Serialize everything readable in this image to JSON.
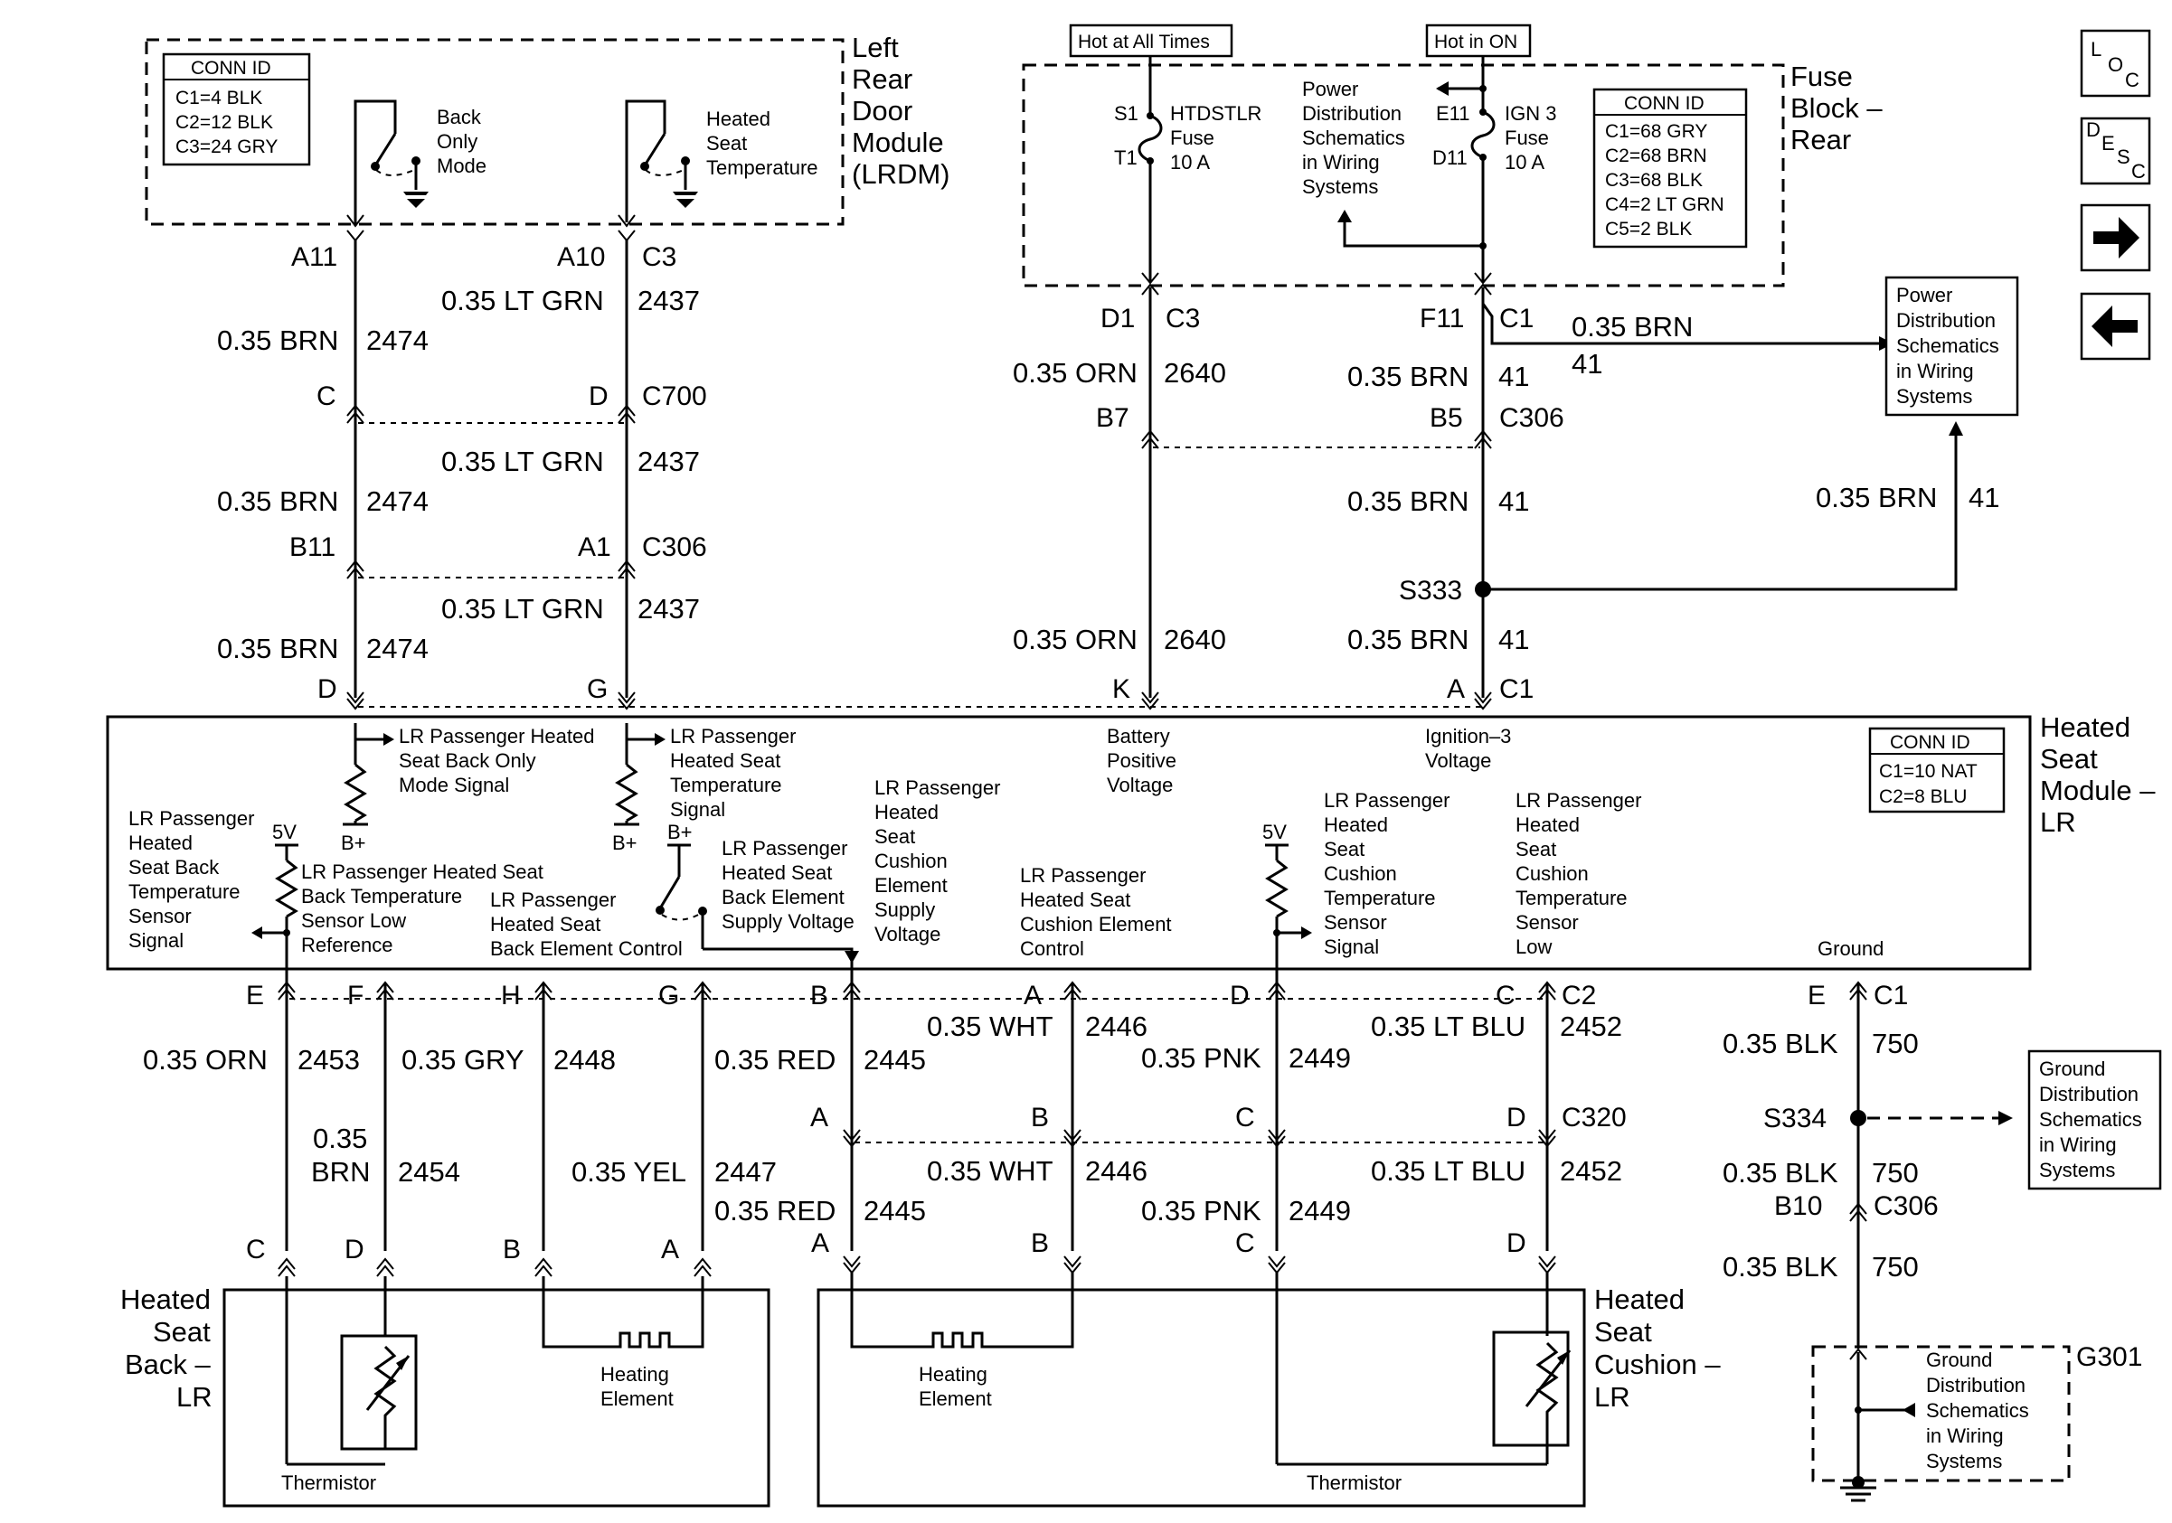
{
  "modules": {
    "lrdm": [
      "Left",
      "Rear",
      "Door",
      "Module",
      "(LRDM)"
    ],
    "fuse_block": [
      "Fuse",
      "Block –",
      "Rear"
    ],
    "hsm": [
      "Heated",
      "Seat",
      "Module –",
      "LR"
    ],
    "seat_back": [
      "Heated",
      "Seat",
      "Back –",
      "LR"
    ],
    "seat_cushion": [
      "Heated",
      "Seat",
      "Cushion –",
      "LR"
    ]
  },
  "conn_tables": {
    "lrdm": {
      "title": "CONN ID",
      "rows": [
        "C1=4 BLK",
        "C2=12 BLK",
        "C3=24 GRY"
      ]
    },
    "fuse": {
      "title": "CONN ID",
      "rows": [
        "C1=68 GRY",
        "C2=68 BRN",
        "C3=68 BLK",
        "C4=2 LT GRN",
        "C5=2 BLK"
      ]
    },
    "hsm": {
      "title": "CONN ID",
      "rows": [
        "C1=10 NAT",
        "C2=8 BLU"
      ]
    }
  },
  "tabs": {
    "hot_all": "Hot at All Times",
    "hot_on": "Hot in ON"
  },
  "nav": {
    "loc": [
      "L",
      "O",
      "C"
    ],
    "desc": [
      "D",
      "E",
      "S",
      "C"
    ]
  },
  "lrdm_switches": {
    "back_only": [
      "Back",
      "Only",
      "Mode"
    ],
    "heated_temp": [
      "Heated",
      "Seat",
      "Temperature"
    ]
  },
  "fuses": {
    "htdstlr": {
      "name": "HTDSTLR",
      "word": "Fuse",
      "amp": "10 A",
      "in": "S1",
      "out": "T1"
    },
    "ign3": {
      "name": "IGN 3",
      "word": "Fuse",
      "amp": "10 A",
      "in": "E11",
      "out": "D11"
    }
  },
  "refs": {
    "power_fuse": [
      "Power",
      "Distribution",
      "Schematics",
      "in Wiring",
      "Systems"
    ],
    "power_right": [
      "Power",
      "Distribution",
      "Schematics",
      "in Wiring",
      "Systems"
    ],
    "ground_s334": [
      "Ground",
      "Distribution",
      "Schematics",
      "in Wiring",
      "Systems"
    ],
    "ground_g301": [
      "Ground",
      "Distribution",
      "Schematics",
      "in Wiring",
      "Systems"
    ]
  },
  "pins": {
    "a11": "A11",
    "a10": "A10",
    "c3": "C3",
    "c": "C",
    "d": "D",
    "c700": "C700",
    "b11": "B11",
    "a1": "A1",
    "c306": "C306",
    "d_bot": "D",
    "g": "G",
    "d1": "D1",
    "c3_fuse": "C3",
    "f11": "F11",
    "c1_fuse": "C1",
    "b7": "B7",
    "b5": "B5",
    "c306_top": "C306",
    "k": "K",
    "a": "A",
    "c1_hsm": "C1",
    "s333": "S333",
    "e": "E",
    "f": "F",
    "h": "H",
    "g2": "G",
    "b": "B",
    "a2": "A",
    "d2": "D",
    "c2": "C",
    "c2_conn": "C2",
    "e_gnd": "E",
    "c1_gnd": "C1",
    "c320_a": "A",
    "c320_b": "B",
    "c320_c": "C",
    "c320_d": "D",
    "c320": "C320",
    "s334": "S334",
    "b10": "B10",
    "c306_gnd": "C306",
    "back_c": "C",
    "back_d": "D",
    "back_b": "B",
    "back_a": "A",
    "cush_a": "A",
    "cush_b": "B",
    "cush_c": "C",
    "cush_d": "D",
    "g301": "G301"
  },
  "wires": {
    "ltgrn": "0.35 LT GRN",
    "c2437": "2437",
    "brn": "0.35 BRN",
    "c2474": "2474",
    "orn": "0.35 ORN",
    "c2640": "2640",
    "c41": "41",
    "orn2": "0.35 ORN",
    "c2453": "2453",
    "gry": "0.35 GRY",
    "c2448": "2448",
    "red": "0.35 RED",
    "c2445": "2445",
    "wht": "0.35 WHT",
    "c2446": "2446",
    "pnk": "0.35 PNK",
    "c2449": "2449",
    "ltblu": "0.35 LT BLU",
    "c2452": "2452",
    "blk": "0.35 BLK",
    "c750": "750",
    "brn_035": "0.35",
    "brn_word": "BRN",
    "c2454": "2454",
    "yel": "0.35 YEL",
    "c2447": "2447"
  },
  "hsm_labels": {
    "back_only_signal": [
      "LR Passenger Heated",
      "Seat Back Only",
      "Mode Signal"
    ],
    "temp_signal": [
      "LR Passenger",
      "Heated Seat",
      "Temperature",
      "Signal"
    ],
    "battery": [
      "Battery",
      "Positive",
      "Voltage"
    ],
    "ign3": [
      "Ignition–3",
      "Voltage"
    ],
    "back_temp_sensor": [
      "LR Passenger",
      "Heated",
      "Seat Back",
      "Temperature",
      "Sensor",
      "Signal"
    ],
    "back_low_ref": [
      "LR Passenger Heated Seat",
      "Back Temperature",
      "Sensor Low",
      "Reference"
    ],
    "back_element_ctrl": [
      "LR Passenger",
      "Heated Seat",
      "Back Element Control"
    ],
    "back_element_supply": [
      "LR Passenger",
      "Heated Seat",
      "Back Element",
      "Supply Voltage"
    ],
    "cushion_supply": [
      "LR Passenger",
      "Heated",
      "Seat",
      "Cushion",
      "Element",
      "Supply",
      "Voltage"
    ],
    "cushion_ctrl": [
      "LR Passenger",
      "Heated Seat",
      "Cushion Element",
      "Control"
    ],
    "cushion_temp_signal": [
      "LR Passenger",
      "Heated",
      "Seat",
      "Cushion",
      "Temperature",
      "Sensor",
      "Signal"
    ],
    "cushion_temp_low": [
      "LR Passenger",
      "Heated",
      "Seat",
      "Cushion",
      "Temperature",
      "Sensor",
      "Low"
    ],
    "ground": "Ground",
    "v5": "5V",
    "bplus": "B+"
  },
  "components": {
    "heating_element": [
      "Heating",
      "Element"
    ],
    "thermistor": "Thermistor"
  }
}
